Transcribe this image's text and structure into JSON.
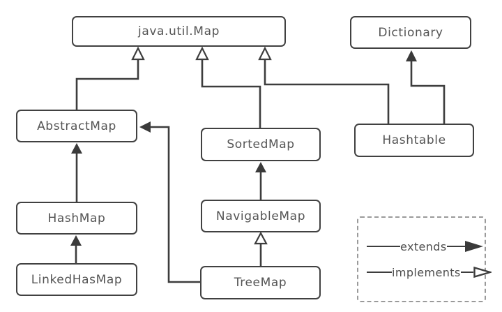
{
  "diagram": {
    "type": "class-hierarchy",
    "nodes": {
      "map": "java.util.Map",
      "dictionary": "Dictionary",
      "abstract_map": "AbstractMap",
      "sorted_map": "SortedMap",
      "hashtable": "Hashtable",
      "hash_map": "HashMap",
      "navigable_map": "NavigableMap",
      "linked_has_map": "LinkedHasMap",
      "tree_map": "TreeMap"
    },
    "edges": [
      {
        "from": "AbstractMap",
        "to": "java.util.Map",
        "relation": "implements"
      },
      {
        "from": "SortedMap",
        "to": "java.util.Map",
        "relation": "implements"
      },
      {
        "from": "Hashtable",
        "to": "java.util.Map",
        "relation": "implements"
      },
      {
        "from": "Hashtable",
        "to": "Dictionary",
        "relation": "extends"
      },
      {
        "from": "HashMap",
        "to": "AbstractMap",
        "relation": "extends"
      },
      {
        "from": "LinkedHasMap",
        "to": "HashMap",
        "relation": "extends"
      },
      {
        "from": "NavigableMap",
        "to": "SortedMap",
        "relation": "extends"
      },
      {
        "from": "TreeMap",
        "to": "NavigableMap",
        "relation": "implements"
      },
      {
        "from": "TreeMap",
        "to": "AbstractMap",
        "relation": "extends"
      }
    ],
    "legend": {
      "extends": "extends",
      "implements": "implements"
    },
    "colors": {
      "line": "#3d3d3d",
      "box_border": "#414141",
      "text": "#545454",
      "legend_border": "#9a9a9a",
      "background": "#ffffff"
    }
  }
}
